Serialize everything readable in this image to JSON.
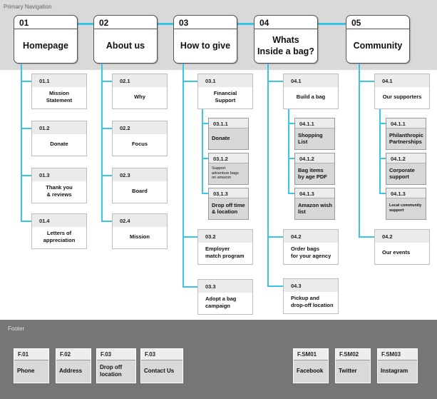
{
  "nav_label": "Primary Navigation",
  "footer_label": "Footer",
  "colors": {
    "connector": "#36c6e6",
    "nav_band": "#d9d9d9",
    "footer_band": "#767676"
  },
  "nav": [
    {
      "num": "01",
      "title": "Homepage",
      "children": [
        {
          "num": "01.1",
          "title": "Mission\nStatement",
          "style": ""
        },
        {
          "num": "01.2",
          "title": "Donate",
          "style": ""
        },
        {
          "num": "01.3",
          "title": "Thank you\n& reviews",
          "style": ""
        },
        {
          "num": "01.4",
          "title": "Letters of\nappreciation",
          "style": ""
        }
      ]
    },
    {
      "num": "02",
      "title": "About us",
      "children": [
        {
          "num": "02.1",
          "title": "Why",
          "style": ""
        },
        {
          "num": "02.2",
          "title": "Focus",
          "style": ""
        },
        {
          "num": "02.3",
          "title": "Board",
          "style": ""
        },
        {
          "num": "02.4",
          "title": "Mission",
          "style": ""
        }
      ]
    },
    {
      "num": "03",
      "title": "How to give",
      "children": [
        {
          "num": "03.1",
          "title": "Financial\nSupport",
          "style": "",
          "subs": [
            {
              "num": "03.1.1",
              "title": "Donate",
              "style": ""
            },
            {
              "num": "03.1.2",
              "title": "Support\nadventure bags\non amazon",
              "style": "small"
            },
            {
              "num": "03.1.3",
              "title": "Drop off time\n& location",
              "style": ""
            }
          ]
        },
        {
          "num": "03.2",
          "title": "Employer\nmatch program",
          "style": "left"
        },
        {
          "num": "03.3",
          "title": "Adopt a bag\ncampaign",
          "style": "left"
        }
      ]
    },
    {
      "num": "04",
      "title": "Whats\nInside a bag?",
      "children": [
        {
          "num": "04.1",
          "title": "Build a bag",
          "style": "",
          "subs": [
            {
              "num": "04.1.1",
              "title": "Shopping\nList",
              "style": ""
            },
            {
              "num": "04.1.2",
              "title": "Bag items\nby age PDF",
              "style": ""
            },
            {
              "num": "04.1.3",
              "title": "Amazon wish\nlist",
              "style": ""
            }
          ]
        },
        {
          "num": "04.2",
          "title": "Order bags\nfor your agency",
          "style": "left"
        },
        {
          "num": "04.3",
          "title": "Pickup and\ndrop-off location",
          "style": "left"
        }
      ]
    },
    {
      "num": "05",
      "title": "Community",
      "children": [
        {
          "num": "04.1",
          "title": "Our supporters",
          "style": "",
          "subs": [
            {
              "num": "04.1.1",
              "title": "Philanthropic\nPartnerships",
              "style": ""
            },
            {
              "num": "04.1.2",
              "title": "Corporate\nsupport",
              "style": ""
            },
            {
              "num": "04.1.3",
              "title": "Local community\nsupport",
              "style": "small-bold"
            }
          ]
        },
        {
          "num": "04.2",
          "title": "Our events",
          "style": "left"
        }
      ]
    }
  ],
  "footer": [
    {
      "num": "F.01",
      "title": "Phone"
    },
    {
      "num": "F.02",
      "title": "Address"
    },
    {
      "num": "F.03",
      "title": "Drop off\nlocation"
    },
    {
      "num": "F.03",
      "title": "Contact Us"
    },
    {
      "num": "F.SM01",
      "title": "Facebook"
    },
    {
      "num": "F.SM02",
      "title": "Twitter"
    },
    {
      "num": "F.SM03",
      "title": "Instagram"
    }
  ]
}
